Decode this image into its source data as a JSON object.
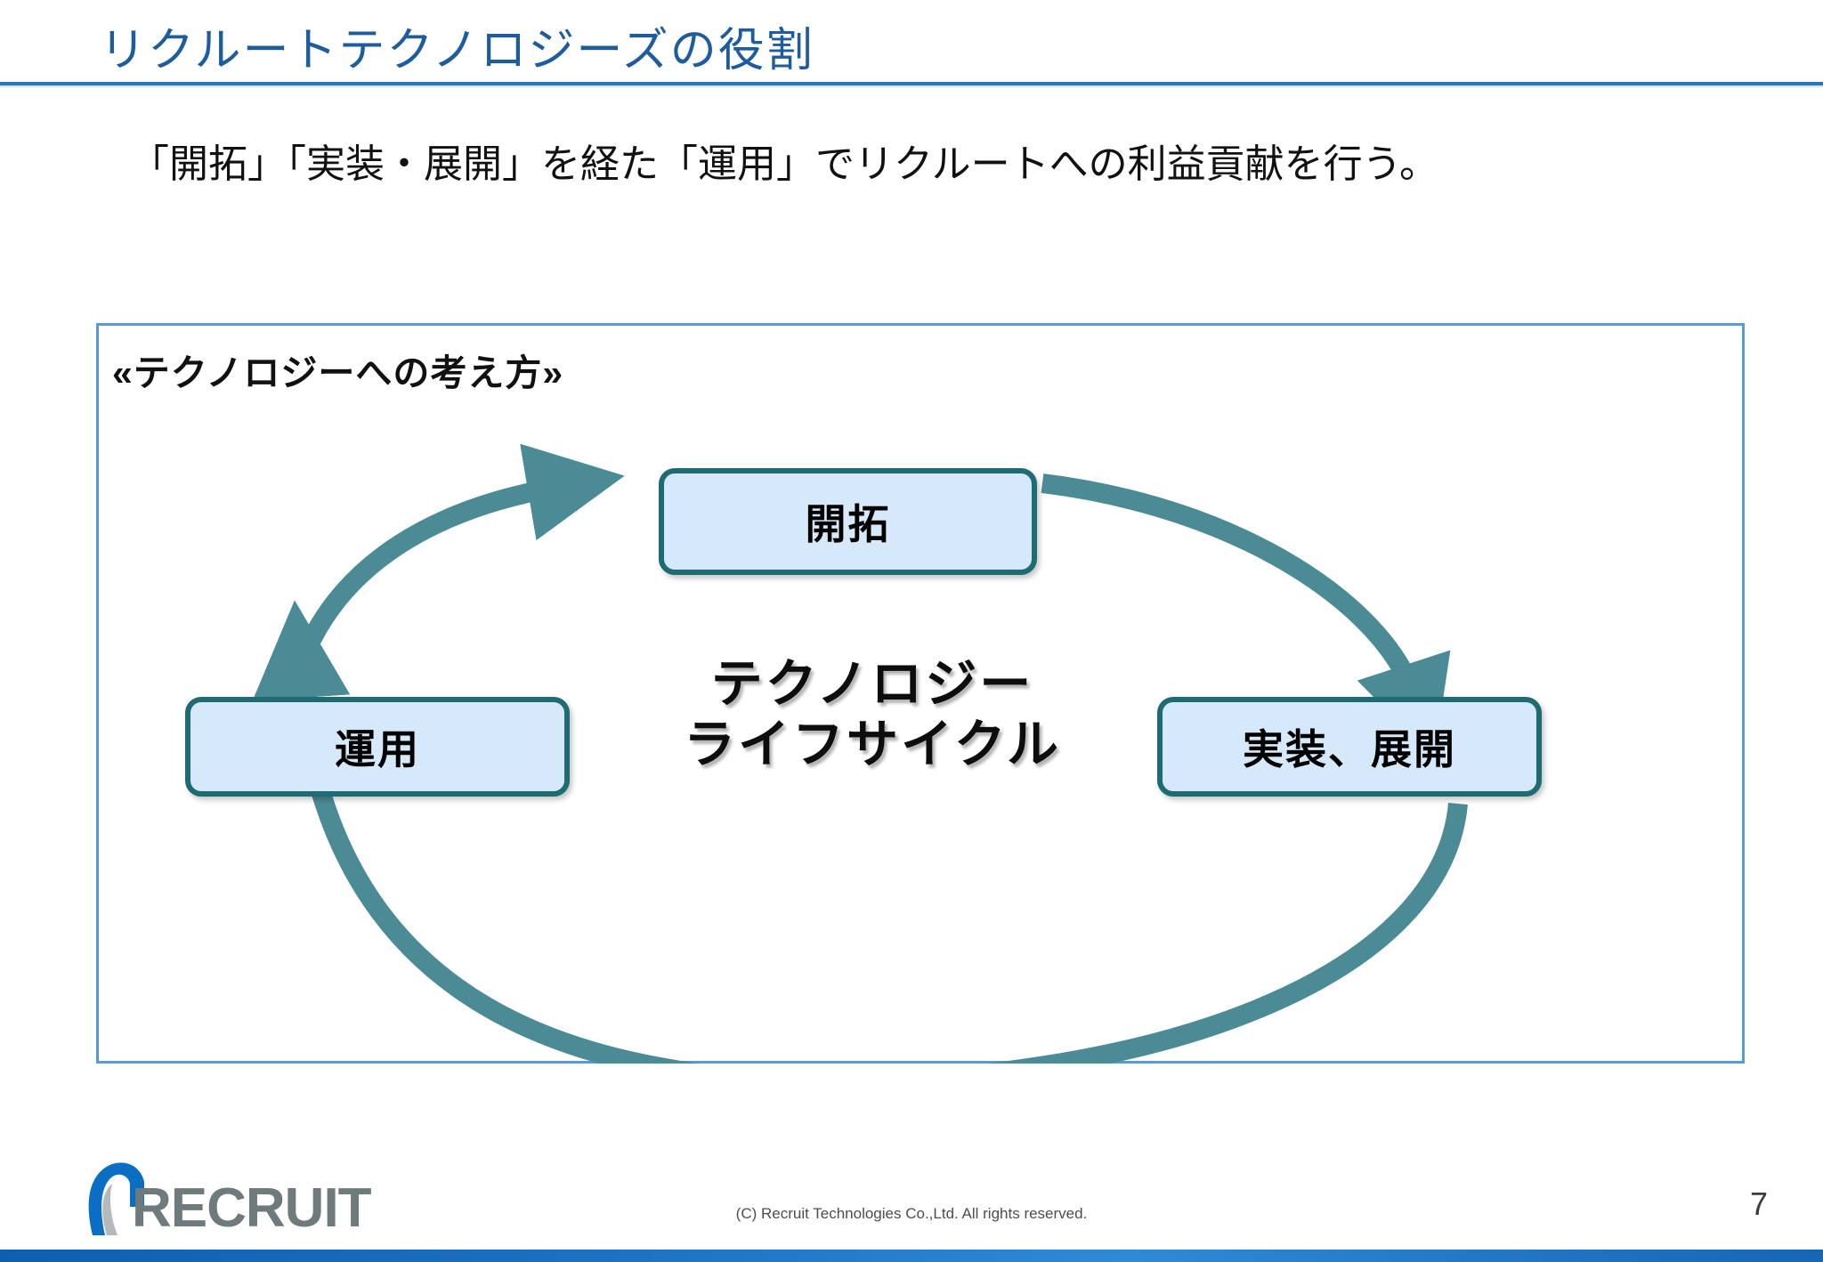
{
  "slide": {
    "title": "リクルートテクノロジーズの役割",
    "lead": "「開拓」「実装・展開」を経た「運用」でリクルートへの利益貢献を行う。",
    "page_number": "7",
    "title_color": "#1f5c9e",
    "rule_color": "#2e73b5"
  },
  "diagram": {
    "heading": "«テクノロジーへの考え方»",
    "center_label_line1": "テクノロジー",
    "center_label_line2": "ライフサイクル",
    "node_fill": "#d6e9fa",
    "node_border": "#1e6b73",
    "arrow_color": "#4a8b95",
    "frame_border": "#5b9bd5",
    "nodes": [
      {
        "id": "kaitaku",
        "label": "開拓"
      },
      {
        "id": "jisso",
        "label": "実装、展開"
      },
      {
        "id": "unyo",
        "label": "運用"
      }
    ],
    "flow": [
      {
        "from": "unyo",
        "to": "kaitaku"
      },
      {
        "from": "kaitaku",
        "to": "jisso"
      },
      {
        "from": "jisso",
        "to": "unyo"
      }
    ]
  },
  "footer": {
    "copyright": "(C) Recruit Technologies Co.,Ltd. All rights reserved.",
    "brand": "RECRUIT",
    "brand_mark_color": "#0a6fc2",
    "brand_text_color": "#6f7a7d",
    "bar_color": "#1d72c4"
  }
}
